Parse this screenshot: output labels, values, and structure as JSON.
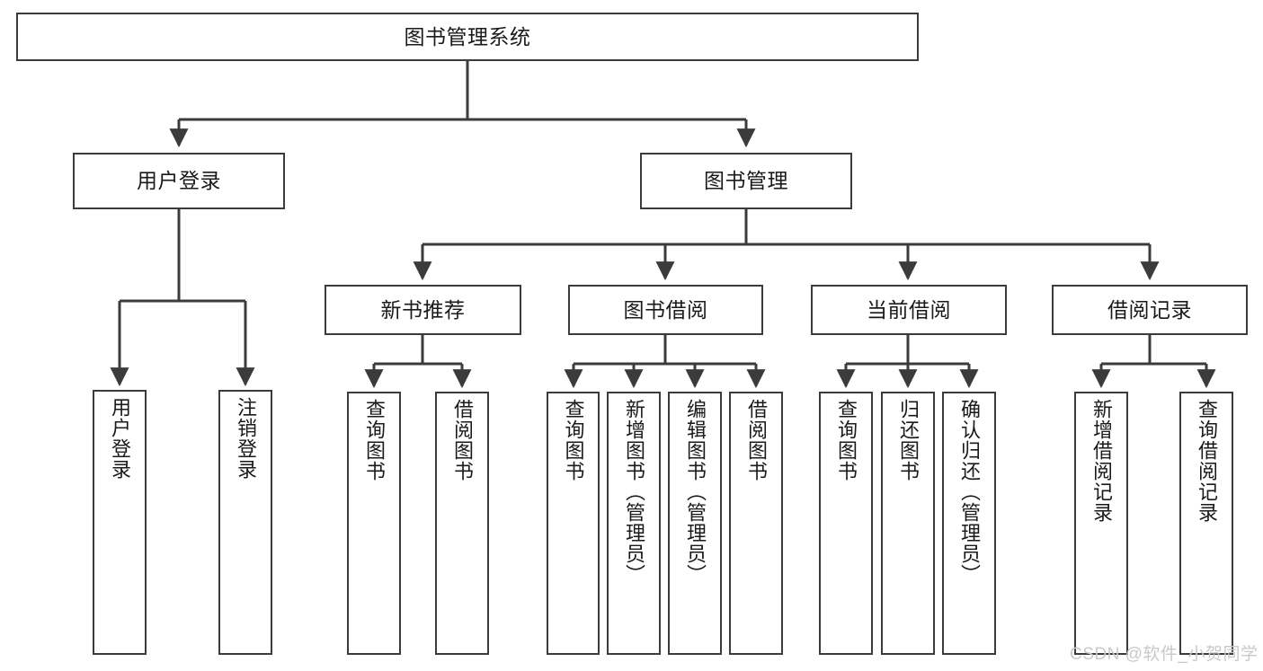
{
  "diagram": {
    "title": "图书管理系统",
    "stroke_color": "#3b3b3b",
    "background_color": "#ffffff",
    "watermark": "CSDN @软件_小贺同学",
    "root": {
      "id": "root",
      "label": "图书管理系统"
    },
    "level2": [
      {
        "id": "user-login",
        "label": "用户登录"
      },
      {
        "id": "book-management",
        "label": "图书管理"
      }
    ],
    "level3": [
      {
        "id": "new-book-recommend",
        "label": "新书推荐"
      },
      {
        "id": "book-borrow",
        "label": "图书借阅"
      },
      {
        "id": "current-borrow",
        "label": "当前借阅"
      },
      {
        "id": "borrow-record",
        "label": "借阅记录"
      }
    ],
    "leaves": {
      "user_login": [
        {
          "id": "leaf-user-login",
          "label": "用户登录"
        },
        {
          "id": "leaf-logout-login",
          "label": "注销登录"
        }
      ],
      "new_book_recommend": [
        {
          "id": "leaf-query-book-1",
          "label": "查询图书"
        },
        {
          "id": "leaf-borrow-book-1",
          "label": "借阅图书"
        }
      ],
      "book_borrow": [
        {
          "id": "leaf-query-book-2",
          "label": "查询图书"
        },
        {
          "id": "leaf-add-book",
          "label": "新增图书（管理员）"
        },
        {
          "id": "leaf-edit-book",
          "label": "编辑图书（管理员）"
        },
        {
          "id": "leaf-borrow-book-2",
          "label": "借阅图书"
        }
      ],
      "current_borrow": [
        {
          "id": "leaf-query-book-3",
          "label": "查询图书"
        },
        {
          "id": "leaf-return-book",
          "label": "归还图书"
        },
        {
          "id": "leaf-confirm-return",
          "label": "确认归还（管理员）"
        }
      ],
      "borrow_record": [
        {
          "id": "leaf-add-record",
          "label": "新增借阅记录"
        },
        {
          "id": "leaf-query-record",
          "label": "查询借阅记录"
        }
      ]
    }
  }
}
